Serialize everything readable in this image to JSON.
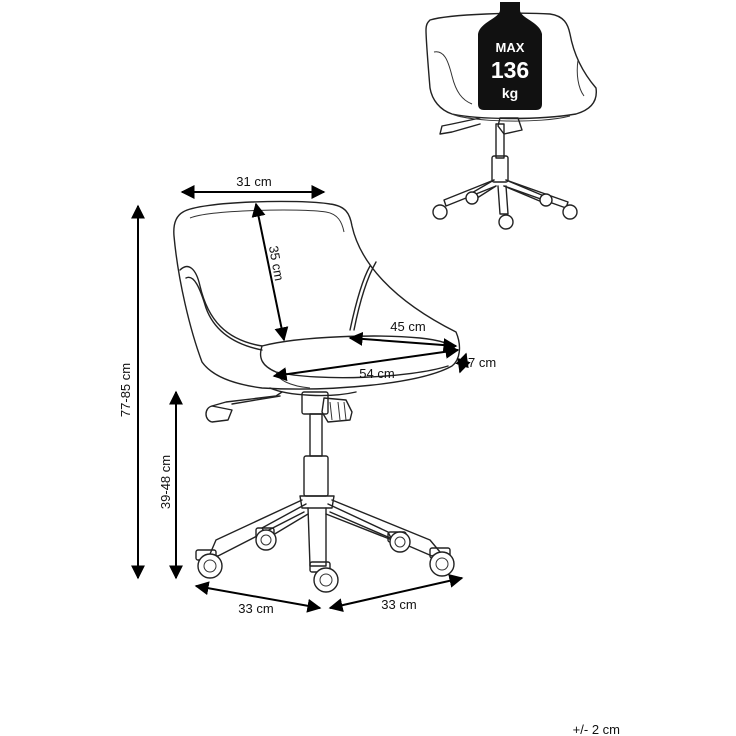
{
  "dimensions": {
    "backrest_width": "31 cm",
    "backrest_height": "35 cm",
    "seat_depth": "45 cm",
    "seat_thickness": "7 cm",
    "seat_width": "54 cm",
    "total_height": "77-85 cm",
    "seat_height": "39-48 cm",
    "base_left": "33 cm",
    "base_right": "33 cm"
  },
  "weight_badge": {
    "line1": "MAX",
    "line2": "136",
    "line3": "kg"
  },
  "tolerance": "+/- 2 cm"
}
